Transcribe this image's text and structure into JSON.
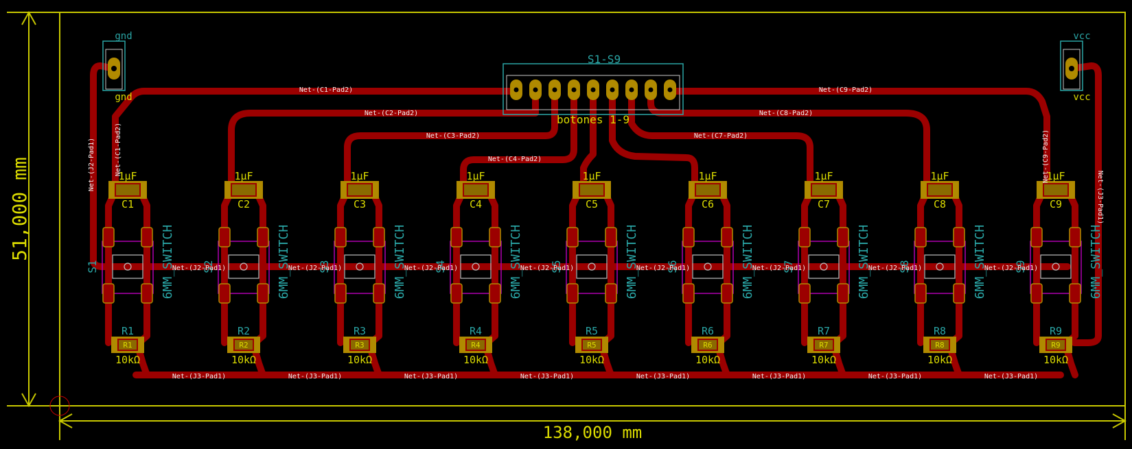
{
  "dimensions": {
    "width_label": "138,000 mm",
    "height_label": "51,000 mm"
  },
  "connector": {
    "label": "S1-S9",
    "value": "botones 1-9"
  },
  "power": {
    "gnd": {
      "top": "gnd",
      "bottom": "gnd"
    },
    "vcc": {
      "top": "vcc",
      "bottom": "vcc"
    }
  },
  "top_nets": [
    "Net-(C1-Pad2)",
    "Net-(C2-Pad2)",
    "Net-(C3-Pad2)",
    "Net-(C4-Pad2)",
    "Net-(C7-Pad2)",
    "Net-(C8-Pad2)",
    "Net-(C9-Pad2)"
  ],
  "side_nets": {
    "left_j2": "Net-(J2-Pad1)",
    "left_c1": "Net-(C1-Pad2)",
    "right_c9": "Net-(C9-Pad2)",
    "right_j3": "Net-(J3-Pad1)"
  },
  "row_net_j2": "Net-(J2-Pad1)",
  "bottom_net_j3": "Net-(J3-Pad1)",
  "switch_value": "6MM_SWITCH",
  "cap_value": "1µF",
  "res_value": "10kΩ",
  "channels": [
    {
      "cap": "C1",
      "sw": "S1",
      "res": "R1"
    },
    {
      "cap": "C2",
      "sw": "S2",
      "res": "R2"
    },
    {
      "cap": "C3",
      "sw": "S3",
      "res": "R3"
    },
    {
      "cap": "C4",
      "sw": "S4",
      "res": "R4"
    },
    {
      "cap": "C5",
      "sw": "S5",
      "res": "R5"
    },
    {
      "cap": "C6",
      "sw": "S6",
      "res": "R6"
    },
    {
      "cap": "C7",
      "sw": "S7",
      "res": "R7"
    },
    {
      "cap": "C8",
      "sw": "S8",
      "res": "R8"
    },
    {
      "cap": "C9",
      "sw": "S9",
      "res": "R9"
    }
  ],
  "colors": {
    "background": "#000000",
    "track": "#9c0000",
    "pad": "#b08a00",
    "silkscreen": "#dcdc00",
    "fab": "#2aa6a6",
    "courtyard": "#b000b0",
    "edge_cuts": "#c8c800",
    "net_label": "#f0f0f0"
  }
}
